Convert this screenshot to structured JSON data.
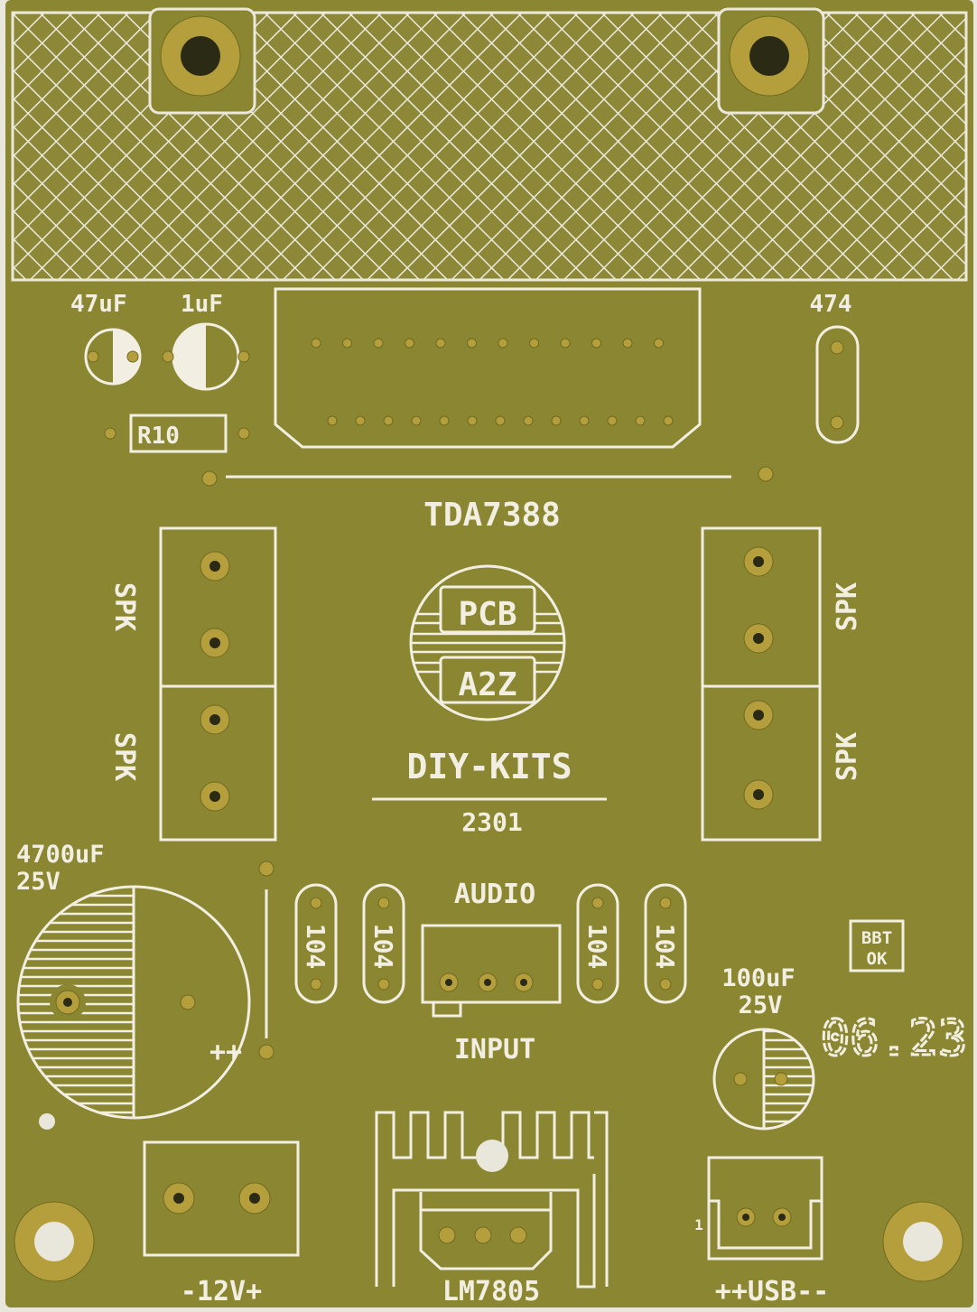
{
  "board": {
    "colors": {
      "substrate": "#8a8631",
      "silkscreen": "#f2efe2",
      "pad": "#b59f3c"
    },
    "caps_small": {
      "c1": "47uF",
      "c2": "1uF"
    },
    "resistor": "R10",
    "ic_label": "TDA7388",
    "cap_474": "474",
    "spk_label": "SPK",
    "logo": {
      "top": "PCB",
      "bottom": "A2Z"
    },
    "brand": "DIY-KITS",
    "code": "2301",
    "big_cap": {
      "value": "4700uF",
      "voltage": "25V",
      "polarity": "++"
    },
    "cap_104": "104",
    "audio": {
      "top": "AUDIO",
      "bottom": "INPUT"
    },
    "cap_100": {
      "value": "100uF",
      "voltage": "25V"
    },
    "test": {
      "line1": "BBT",
      "line2": "OK"
    },
    "date": "06.23",
    "power_label": "-12V+",
    "regulator": "LM7805",
    "usb_pin": "1",
    "usb_label": "++USB--"
  }
}
